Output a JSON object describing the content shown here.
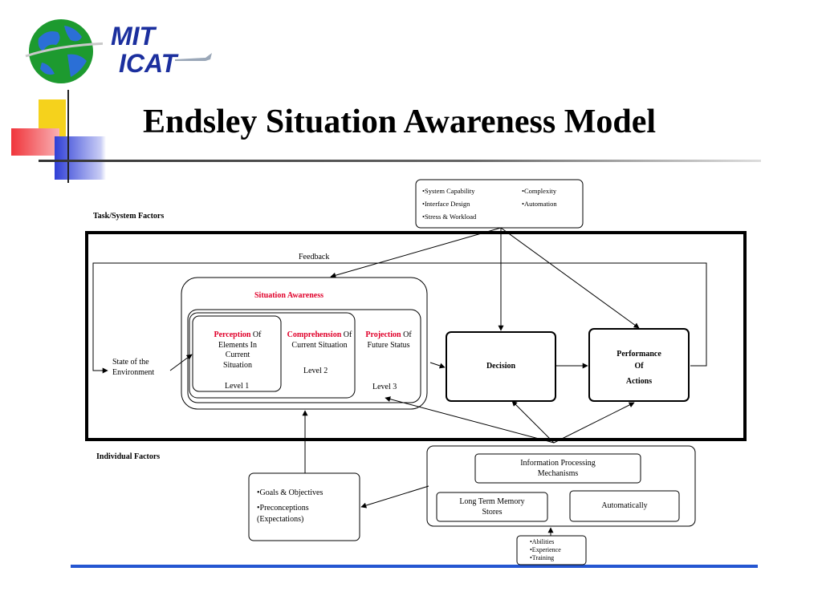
{
  "slide": {
    "title": "Endsley Situation Awareness Model",
    "logo": {
      "line1": "MIT",
      "line2": "ICAT"
    },
    "colors": {
      "logo_blue": "#1b2f9e",
      "accent_yellow": "#f5d21c",
      "accent_red": "#f0353b",
      "accent_blue": "#2f3fd6",
      "rule_blue": "#2456d1",
      "sa_red": "#e0002a"
    }
  },
  "diagram": {
    "task_system_factors_label": "Task/System Factors",
    "individual_factors_label": "Individual Factors",
    "task_factors": {
      "left": [
        "•System Capability",
        "•Interface Design",
        "•Stress & Workload"
      ],
      "right": [
        "•Complexity",
        "•Automation"
      ]
    },
    "feedback_label": "Feedback",
    "situation_awareness_label": "Situation Awareness",
    "state_of_environment": [
      "State of the",
      "Environment"
    ],
    "perception": {
      "keyword": "Perception",
      "rest": " Of",
      "lines": [
        "Elements In",
        "Current",
        "Situation"
      ],
      "level": "Level 1"
    },
    "comprehension": {
      "keyword": "Comprehension",
      "rest": " Of",
      "lines": [
        "Current Situation"
      ],
      "level": "Level 2"
    },
    "projection": {
      "keyword": "Projection",
      "rest": " Of",
      "lines": [
        "Future Status"
      ],
      "level": "Level 3"
    },
    "decision_label": "Decision",
    "performance_label": [
      "Performance",
      "Of",
      "Actions"
    ],
    "goals": [
      "•Goals & Objectives",
      "•Preconceptions",
      "(Expectations)"
    ],
    "info_processing": [
      "Information Processing",
      "Mechanisms"
    ],
    "long_term_memory": [
      "Long Term Memory",
      "Stores"
    ],
    "automatically_label": "Automatically",
    "abilities": [
      "•Abilities",
      "•Experience",
      "•Training"
    ]
  }
}
